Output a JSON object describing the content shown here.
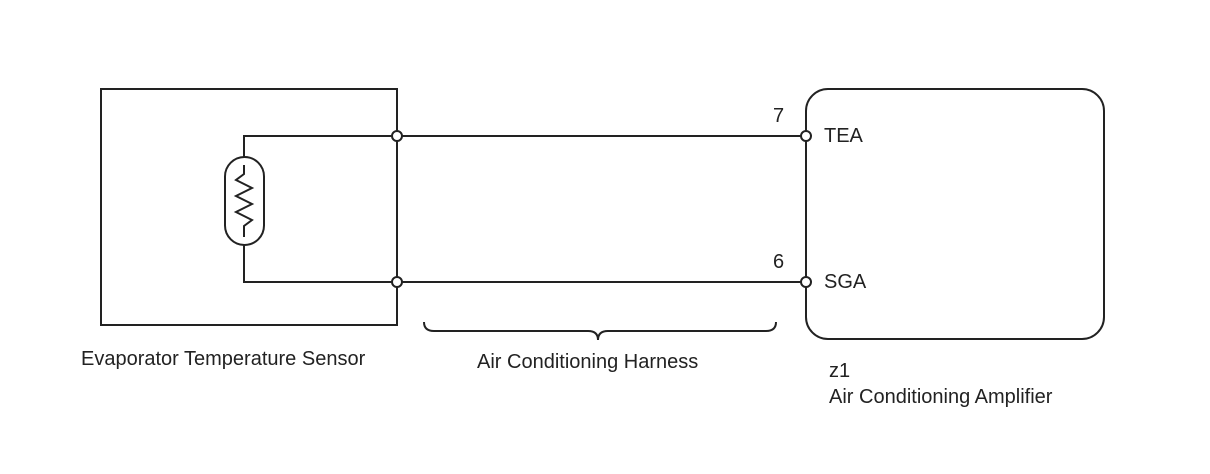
{
  "sensor": {
    "label": "Evaporator Temperature Sensor",
    "icon": "thermistor-icon"
  },
  "harness": {
    "label": "Air Conditioning Harness"
  },
  "amplifier": {
    "code": "z1",
    "label": "Air Conditioning Amplifier",
    "pins": [
      {
        "number": "7",
        "name": "TEA"
      },
      {
        "number": "6",
        "name": "SGA"
      }
    ]
  },
  "colors": {
    "line": "#222222",
    "background": "#ffffff"
  }
}
